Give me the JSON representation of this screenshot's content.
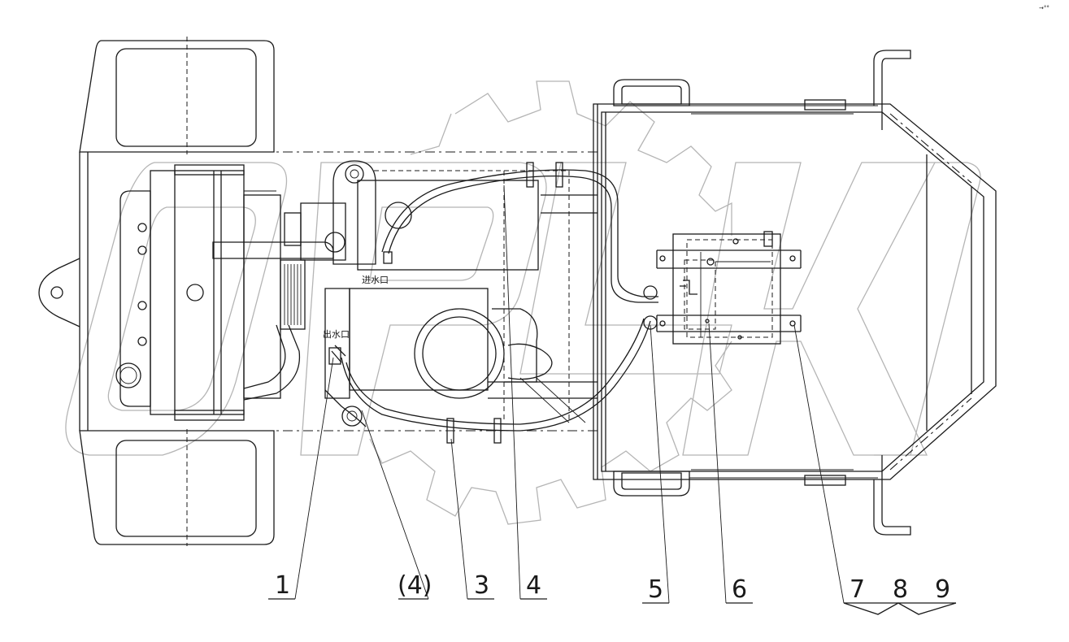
{
  "corner_text": "→°°",
  "annotations": {
    "water_inlet": "进水口",
    "water_outlet": "出水口"
  },
  "callouts": [
    {
      "id": "c1",
      "text": "1"
    },
    {
      "id": "c4p",
      "text": "(4)"
    },
    {
      "id": "c3",
      "text": "3"
    },
    {
      "id": "c4",
      "text": "4"
    },
    {
      "id": "c5",
      "text": "5"
    },
    {
      "id": "c6",
      "text": "6"
    },
    {
      "id": "c7",
      "text": "7"
    },
    {
      "id": "c8",
      "text": "8"
    },
    {
      "id": "c9",
      "text": "9"
    }
  ],
  "colors": {
    "line": "#1a1a1a",
    "watermark": "#b5b5b5",
    "background": "#ffffff"
  }
}
